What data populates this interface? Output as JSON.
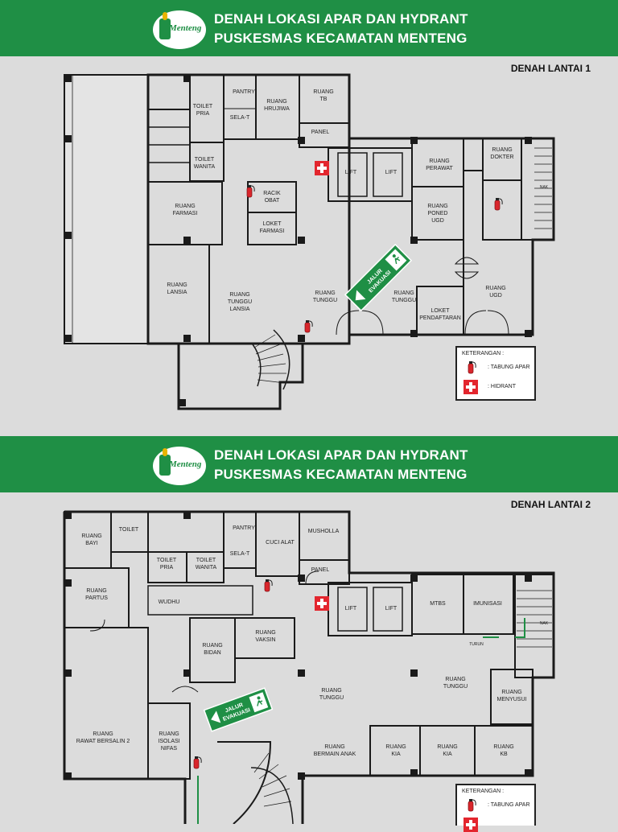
{
  "header": {
    "logo_text": "Menteng",
    "title_line1": "DENAH LOKASI APAR DAN HYDRANT",
    "title_line2": "PUSKESMAS KECAMATAN MENTENG"
  },
  "floor1": {
    "label": "DENAH LANTAI 1",
    "rooms": {
      "toilet_pria": [
        "TOILET",
        "PRIA"
      ],
      "toilet_wanita": [
        "TOILET",
        "WANITA"
      ],
      "pantry": "PANTRY",
      "selasar": "SELA-T",
      "ruang_hrujiwa": [
        "RUANG",
        "HRUJIWA"
      ],
      "ruang_tb": [
        "RUANG",
        "TB"
      ],
      "panel": "PANEL",
      "lift_a": "LIFT",
      "lift_b": "LIFT",
      "ruang_perawat": [
        "RUANG",
        "PERAWAT"
      ],
      "ruang_dokter": [
        "RUANG",
        "DOKTER"
      ],
      "nak": "NAK",
      "ruang_farmasi": [
        "RUANG",
        "FARMASI"
      ],
      "racik_obat": [
        "RACIK",
        "OBAT"
      ],
      "loket_farmasi": [
        "LOKET",
        "FARMASI"
      ],
      "ruang_poned": [
        "RUANG",
        "PONED",
        "UGD"
      ],
      "ruang_lansia": [
        "RUANG",
        "LANSIA"
      ],
      "ruang_tunggu_lansia": [
        "RUANG",
        "TUNGGU",
        "LANSIA"
      ],
      "ruang_tunggu_a": [
        "RUANG",
        "TUNGGU"
      ],
      "ruang_tunggu_b": [
        "RUANG",
        "TUNGGU"
      ],
      "loket_pendaftaran": [
        "LOKET",
        "PENDAFTARAN"
      ],
      "ruang_ugd": [
        "RUANG",
        "UGD"
      ]
    },
    "evac_sign": [
      "JALUR",
      "EVAKUASI"
    ]
  },
  "floor2": {
    "label": "DENAH LANTAI 2",
    "rooms": {
      "ruang_bayi": [
        "RUANG",
        "BAYI"
      ],
      "toilet": "TOILET",
      "toilet_pria": [
        "TOILET",
        "PRIA"
      ],
      "toilet_wanita": [
        "TOILET",
        "WANITA"
      ],
      "pantry": "PANTRY",
      "selasar": "SELA-T",
      "cuci_alat": "CUCI ALAT",
      "musholla": "MUSHOLLA",
      "panel": "PANEL",
      "ruang_partus": [
        "RUANG",
        "PARTUS"
      ],
      "wudhu": "WUDHU",
      "lift_a": "LIFT",
      "lift_b": "LIFT",
      "mtbs": "MTBS",
      "imunisasi": "IMUNISASI",
      "nak": "NAK",
      "turun": "TURUN",
      "ruang_vaksin": [
        "RUANG",
        "VAKSIN"
      ],
      "ruang_bidan": [
        "RUANG",
        "BIDAN"
      ],
      "ruang_tunggu_a": [
        "RUANG",
        "TUNGGU"
      ],
      "ruang_tunggu_b": [
        "RUANG",
        "TUNGGU"
      ],
      "ruang_menyusui": [
        "RUANG",
        "MENYUSUI"
      ],
      "ruang_rawat_bersalin": [
        "RUANG",
        "RAWAT BERSALIN 2"
      ],
      "ruang_isolasi": [
        "RUANG",
        "ISOLASI",
        "NIFAS"
      ],
      "ruang_bermain_anak": [
        "RUANG",
        "BERMAIN ANAK"
      ],
      "ruang_kia_a": [
        "RUANG",
        "KIA"
      ],
      "ruang_kia_b": [
        "RUANG",
        "KIA"
      ],
      "ruang_kb": [
        "RUANG",
        "KB"
      ]
    },
    "evac_sign": [
      "JALUR",
      "EVAKUASI"
    ]
  },
  "legend": {
    "title": "KETERANGAN :",
    "apar_label": ": TABUNG APAR",
    "hydrant_label": ": HIDRANT"
  },
  "colors": {
    "banner_green": "#1f8f45",
    "extinguisher_red": "#d9262c",
    "hydrant_red": "#e3262e",
    "evac_green": "#1f8f45",
    "wall": "#1a1a1a"
  },
  "icons": {
    "apar": "fire-extinguisher-icon",
    "hydrant": "hydrant-cross-icon",
    "evac": "running-man-exit-icon"
  }
}
